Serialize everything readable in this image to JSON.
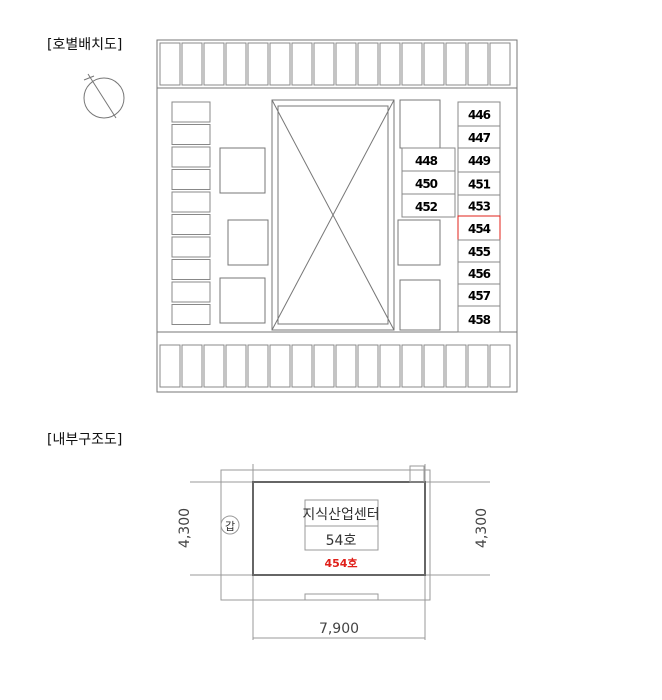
{
  "sections": {
    "layout_title": "[호별배치도]",
    "interior_title": "[내부구조도]"
  },
  "units": {
    "right": [
      "446",
      "447",
      "449",
      "451",
      "453",
      "454",
      "455",
      "456",
      "457",
      "458"
    ],
    "middle": [
      "448",
      "450",
      "452"
    ],
    "highlighted": "454"
  },
  "interior": {
    "name_line1": "지식산업센터",
    "name_line2": "54호",
    "unit_label": "454호",
    "door_mark": "갑",
    "dim_height_left": "4,300",
    "dim_height_right": "4,300",
    "dim_width": "7,900"
  },
  "colors": {
    "highlight": "#e0201a",
    "line": "#555555"
  }
}
